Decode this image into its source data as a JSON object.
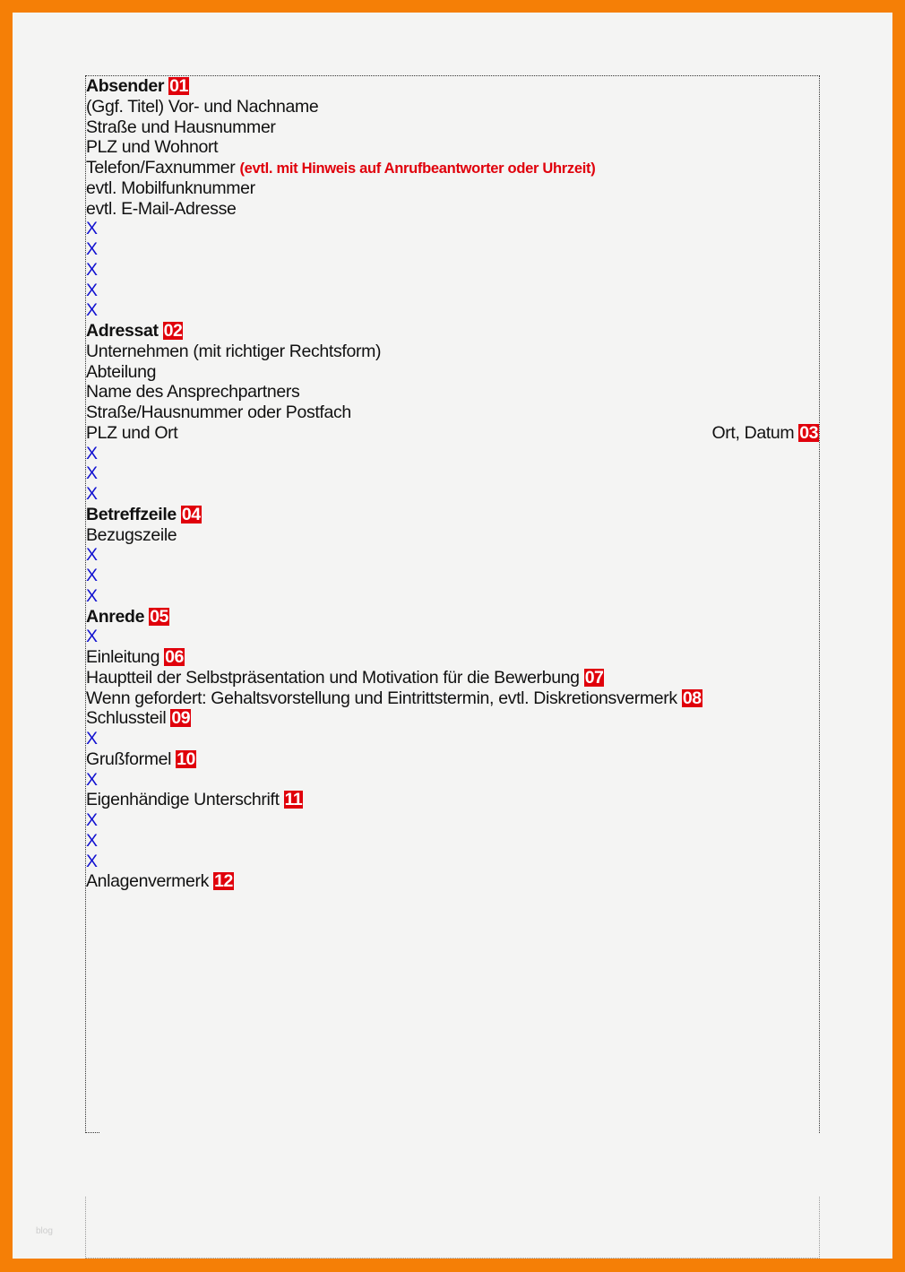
{
  "lines": [
    {
      "text": "Absender",
      "badge": "01",
      "bold": true
    },
    {
      "text": "(Ggf. Titel) Vor- und Nachname"
    },
    {
      "text": "Straße und Hausnummer"
    },
    {
      "text": "PLZ und Wohnort"
    },
    {
      "text": "Telefon/Faxnummer",
      "note": "(evtl. mit Hinweis auf Anrufbeantworter oder Uhrzeit)"
    },
    {
      "text": "evtl. Mobilfunknummer"
    },
    {
      "text": "evtl. E-Mail-Adresse"
    },
    {
      "text": "X",
      "x": true
    },
    {
      "text": "X",
      "x": true
    },
    {
      "text": "X",
      "x": true
    },
    {
      "text": "X",
      "x": true
    },
    {
      "text": "X",
      "x": true
    },
    {
      "text": "Adressat",
      "badge": "02",
      "bold": true
    },
    {
      "text": "Unternehmen (mit richtiger Rechtsform)"
    },
    {
      "text": "Abteilung"
    },
    {
      "text": "Name des Ansprechpartners"
    },
    {
      "text": "Straße/Hausnummer oder Postfach"
    },
    {
      "text": "PLZ und Ort",
      "right": "Ort, Datum",
      "right_badge": "03"
    },
    {
      "text": "X",
      "x": true
    },
    {
      "text": "X",
      "x": true
    },
    {
      "text": "X",
      "x": true
    },
    {
      "text": "Betreffzeile",
      "badge": "04",
      "bold": true
    },
    {
      "text": "Bezugszeile"
    },
    {
      "text": "X",
      "x": true
    },
    {
      "text": "X",
      "x": true
    },
    {
      "text": "X",
      "x": true
    },
    {
      "text": "Anrede",
      "badge": "05",
      "bold": true
    },
    {
      "text": "X",
      "x": true
    },
    {
      "text": "Einleitung",
      "badge": "06"
    },
    {
      "text": "Hauptteil der Selbstpräsentation und Motivation für die Bewerbung",
      "badge": "07"
    },
    {
      "text": "Wenn gefordert: Gehaltsvorstellung und Eintrittstermin, evtl. Diskretionsvermerk",
      "badge": "08"
    },
    {
      "text": "Schlussteil",
      "badge": "09"
    },
    {
      "text": "X",
      "x": true
    },
    {
      "text": "Grußformel",
      "badge": "10"
    },
    {
      "text": "X",
      "x": true
    },
    {
      "text": "Eigenhändige Unterschrift",
      "badge": "11"
    },
    {
      "text": "X",
      "x": true
    },
    {
      "text": "X",
      "x": true
    },
    {
      "text": "X",
      "x": true
    },
    {
      "text": "Anlagenvermerk",
      "badge": "12"
    }
  ],
  "watermark": "blog",
  "colors": {
    "border": "#f57f06",
    "badge": "#e0000b",
    "placeholder_x": "#1010d0",
    "page": "#f4f4f3"
  }
}
